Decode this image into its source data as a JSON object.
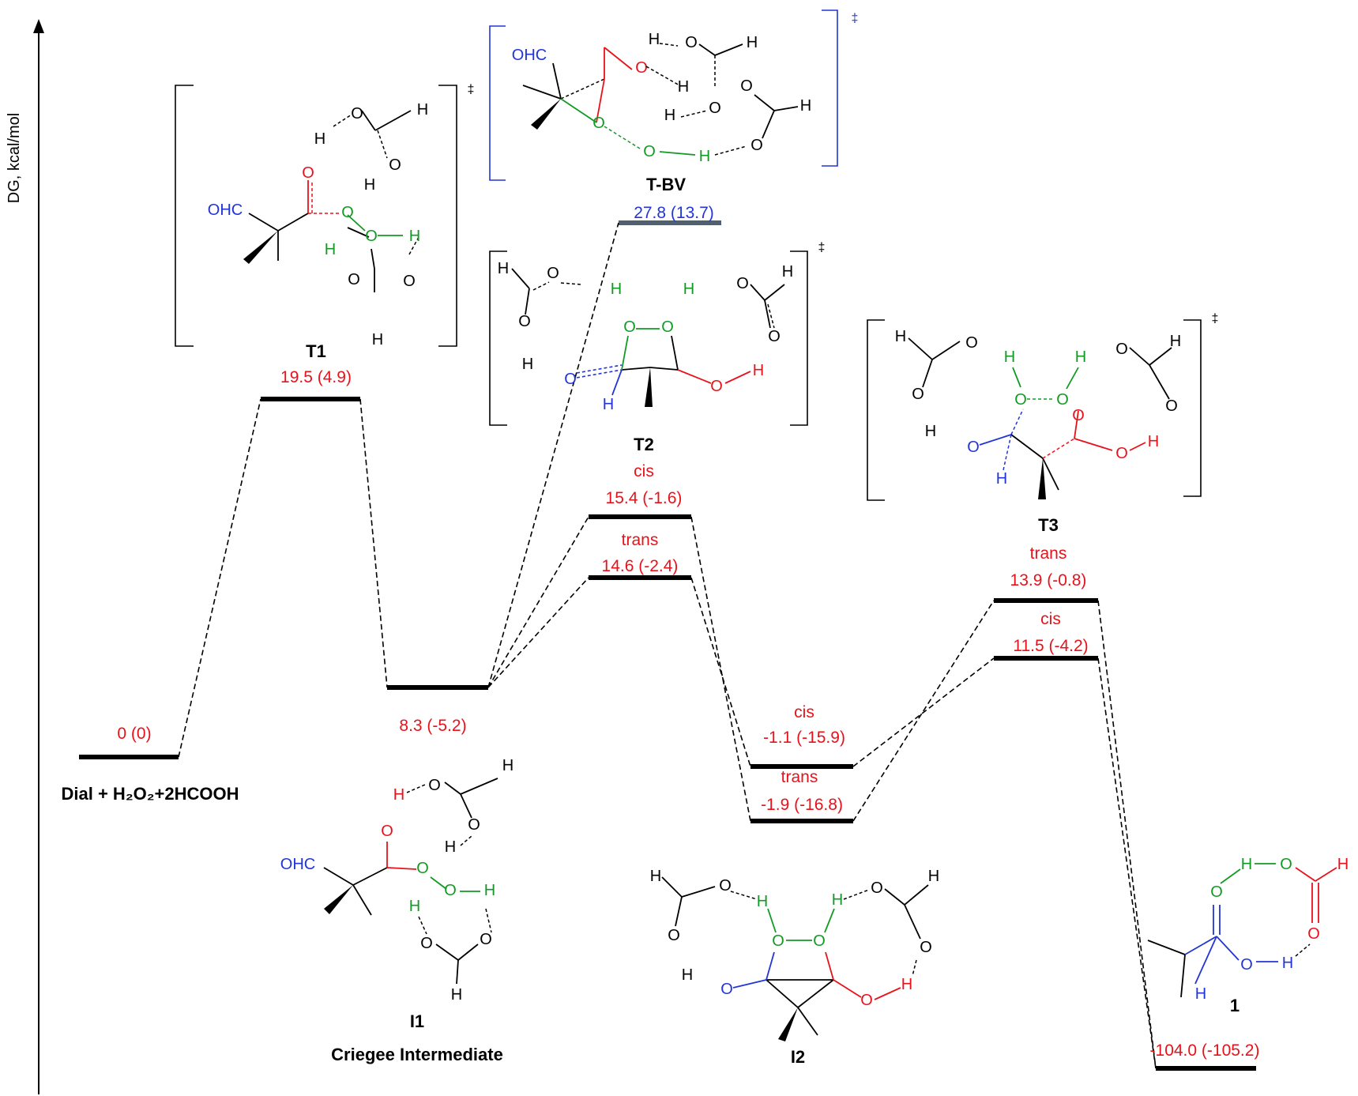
{
  "colors": {
    "black": "#000000",
    "red": "#e8121b",
    "green": "#139a24",
    "blue": "#2235d6",
    "gray": "#50606e"
  },
  "axis": {
    "label": "DG, kcal/mol"
  },
  "levels": {
    "start": {
      "value": "0 (0)",
      "name": "Dial + H₂O₂+2HCOOH"
    },
    "t1": {
      "value": "19.5 (4.9)",
      "name": "T1"
    },
    "i1": {
      "value": "8.3 (-5.2)",
      "name": "I1",
      "subtitle": "Criegee Intermediate"
    },
    "tbv": {
      "value": "27.8 (13.7)",
      "name": "T-BV"
    },
    "t2_cis": {
      "value": "15.4 (-1.6)",
      "tag": "cis"
    },
    "t2_trans": {
      "value": "14.6 (-2.4)",
      "tag": "trans"
    },
    "t2": {
      "name": "T2"
    },
    "i2_cis": {
      "value": "-1.1 (-15.9)",
      "tag": "cis"
    },
    "i2_trans": {
      "value": "-1.9 (-16.8)",
      "tag": "trans"
    },
    "i2": {
      "name": "I2"
    },
    "t3_trans": {
      "value": "13.9 (-0.8)",
      "tag": "trans"
    },
    "t3_cis": {
      "value": "11.5 (-4.2)",
      "tag": "cis"
    },
    "t3": {
      "name": "T3"
    },
    "product": {
      "value": "-104.0 (-105.2)",
      "name": "1"
    }
  },
  "symbols": {
    "dagger": "‡"
  },
  "atoms": {
    "OHC": "OHC",
    "O": "O",
    "H": "H",
    "O_eq": "O"
  }
}
